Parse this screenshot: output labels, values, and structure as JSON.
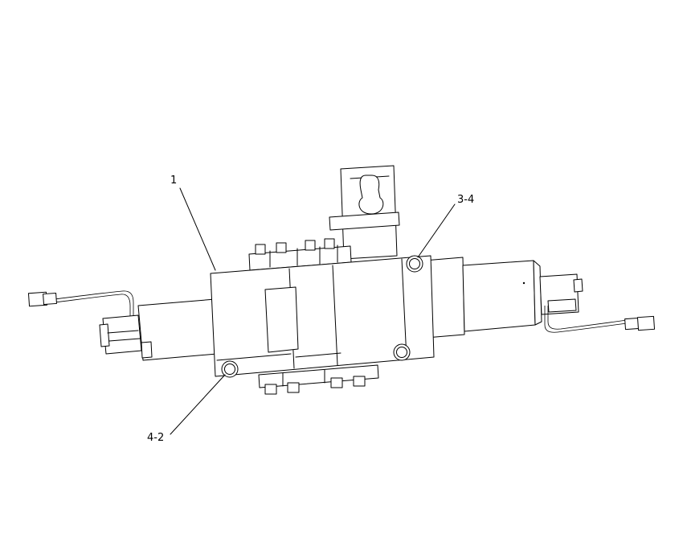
{
  "diagram": {
    "callouts": [
      {
        "id": "callout-1",
        "text": "1"
      },
      {
        "id": "callout-3-4",
        "text": "3-4"
      },
      {
        "id": "callout-4-2",
        "text": "4-2"
      }
    ]
  }
}
